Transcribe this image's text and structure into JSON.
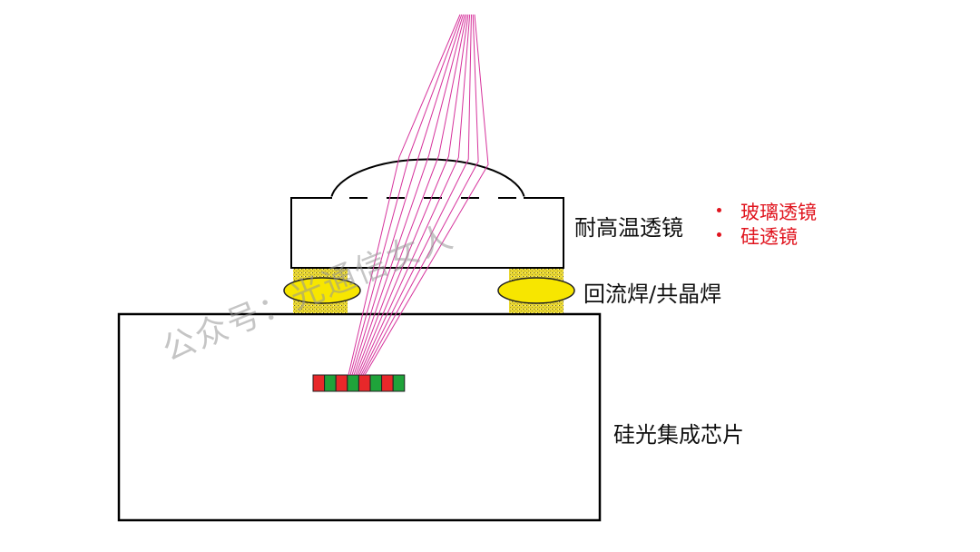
{
  "labels": {
    "lens": "耐高温透镜",
    "lens_options": [
      "玻璃透镜",
      "硅透镜"
    ],
    "solder": "回流焊/共晶焊",
    "chip": "硅光集成芯片"
  },
  "watermark": "公众号：光通信女人",
  "colors": {
    "ray": "#d6339c",
    "solder": "#f7e600",
    "pixel_red": "#e8282a",
    "pixel_green": "#1fa33a",
    "accent_text": "#e0141e"
  },
  "pixel_pattern": [
    "red",
    "green",
    "red",
    "green",
    "red",
    "green",
    "red",
    "green"
  ],
  "ray_count": 10
}
